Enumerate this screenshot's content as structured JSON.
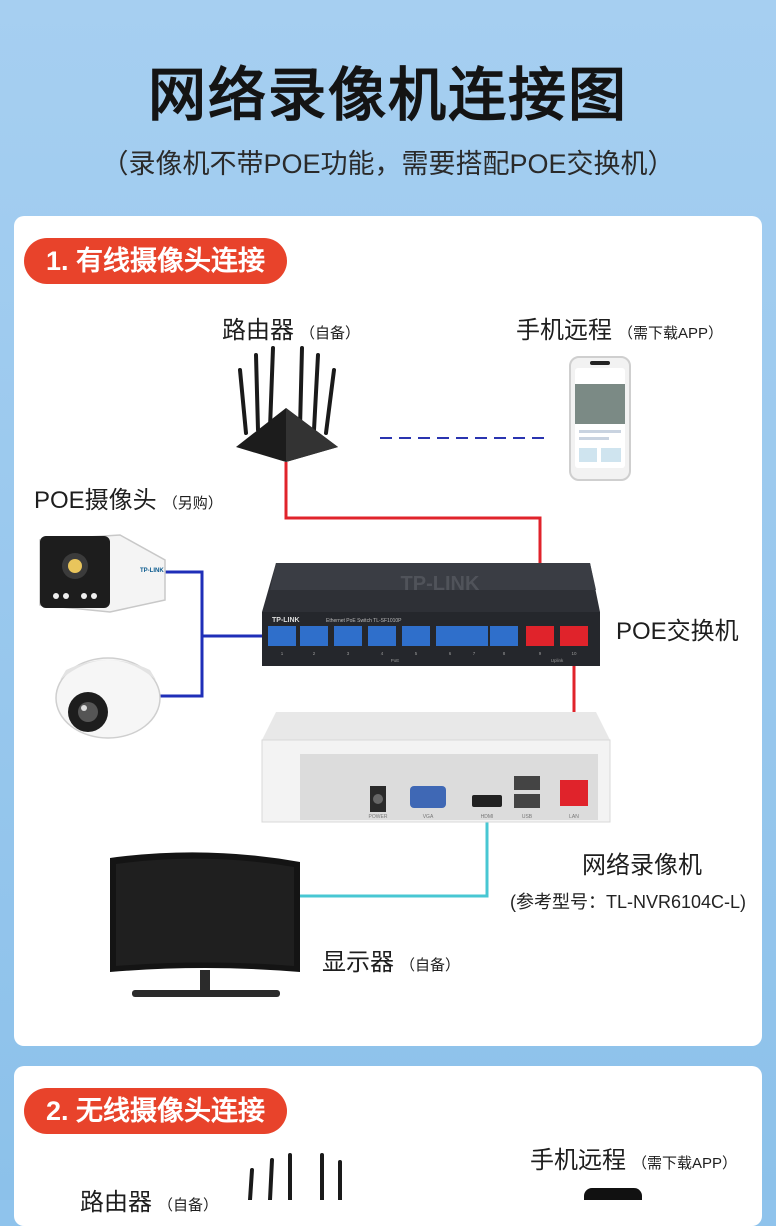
{
  "header": {
    "title": "网络录像机连接图",
    "subtitle": "（录像机不带POE功能，需要搭配POE交换机）"
  },
  "section1": {
    "badge": "1. 有线摄像头连接",
    "router": {
      "label": "路由器",
      "note": "（自备）"
    },
    "phone": {
      "label": "手机远程",
      "note": "（需下载APP）"
    },
    "camera": {
      "label": "POE摄像头",
      "note": "（另购）"
    },
    "switch": {
      "label": "POE交换机",
      "brand": "TP-LINK",
      "logo": "TP-LINK",
      "model_text": "Ethernet PoE Switch  TL-SF1010P",
      "ports": [
        "1",
        "2",
        "3",
        "4",
        "5",
        "6",
        "7",
        "8",
        "9",
        "10"
      ],
      "poe_text": "PoE",
      "uplink_text": "Uplink"
    },
    "nvr": {
      "label": "网络录像机",
      "model": "(参考型号：TL-NVR6104C-L)",
      "ports": [
        "POWER",
        "VGA",
        "HDMI",
        "USB",
        "LAN"
      ]
    },
    "camera_brand": "TP-LINK",
    "monitor": {
      "label": "显示器",
      "note": "（自备）"
    }
  },
  "section2": {
    "badge": "2. 无线摄像头连接",
    "phone": {
      "label": "手机远程",
      "note": "（需下载APP）"
    },
    "router": {
      "label": "路由器",
      "note": "（自备）"
    }
  },
  "colors": {
    "badge": "#e8432b",
    "poe_cable": "#1f2fb8",
    "router_cable": "#e0232b",
    "hdmi_cable": "#48c7d3",
    "wireless_link": "#2a34b0"
  },
  "icons": [
    "router-icon",
    "phone-icon",
    "bullet-camera-icon",
    "dome-camera-icon",
    "poe-switch-icon",
    "nvr-icon",
    "monitor-icon"
  ]
}
